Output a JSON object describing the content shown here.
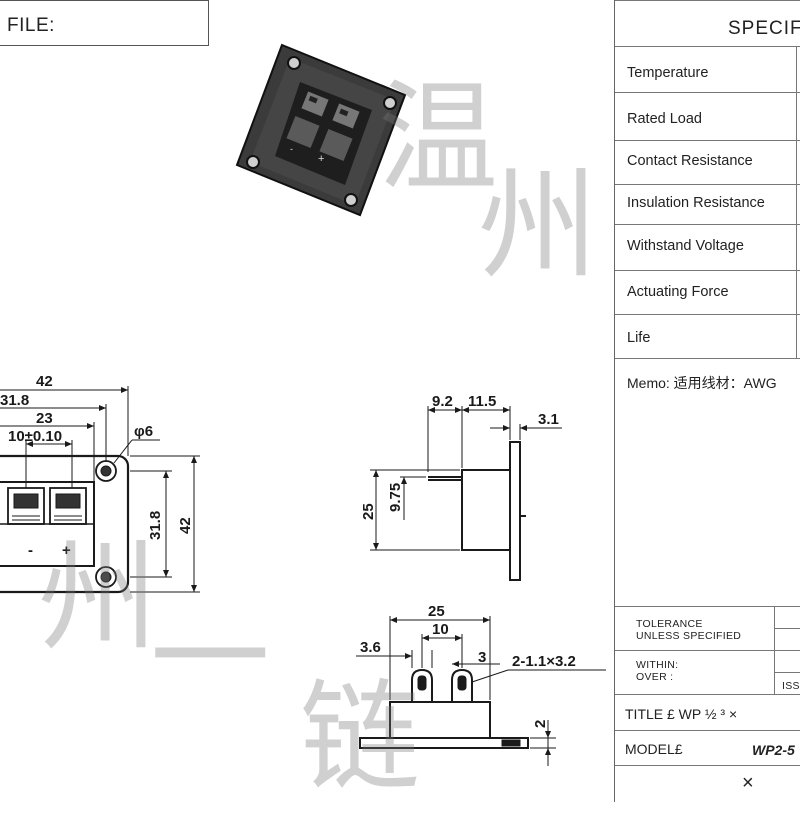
{
  "file_box": {
    "label": "FILE:"
  },
  "spec": {
    "title": "SPECIF",
    "rows": [
      {
        "label": "Temperature"
      },
      {
        "label": "Rated Load"
      },
      {
        "label": "Contact Resistance"
      },
      {
        "label": "Insulation Resistance"
      },
      {
        "label": "Withstand Voltage"
      },
      {
        "label": "Actuating Force"
      },
      {
        "label": "Life"
      }
    ],
    "memo": "Memo:  适用线材：AWG"
  },
  "title_block": {
    "tolerance": "TOLERANCE",
    "unless": "UNLESS SPECIFIED",
    "within": "WITHIN:",
    "over": "OVER :",
    "iss": "ISS",
    "title": "TITLE  £  WP  ½  ³ ×",
    "model_label": "MODEL£",
    "model_value": "WP2-5",
    "close_mark": "×"
  },
  "dimensions": {
    "front": {
      "w42": "42",
      "w31_8": "31.8",
      "w23": "23",
      "w10": "10±0.10",
      "phi": "φ6",
      "h31_8": "31.8",
      "h42": "42",
      "minus": "-",
      "plus": "+"
    },
    "side": {
      "d9_2": "9.2",
      "d11_5": "11.5",
      "d3_1": "3.1",
      "d9_75": "9.75",
      "d25": "25"
    },
    "bottom": {
      "d25": "25",
      "d10": "10",
      "d3_6": "3.6",
      "d3": "3",
      "d2_1": "2-1.1×3.2",
      "d2": "2"
    }
  },
  "watermark": {
    "chars": [
      "温",
      "州",
      "一",
      "链"
    ]
  },
  "colors": {
    "line": "#1a1a1a",
    "photo_body": "#2a2a2a",
    "photo_plate": "#3b3b3b"
  }
}
